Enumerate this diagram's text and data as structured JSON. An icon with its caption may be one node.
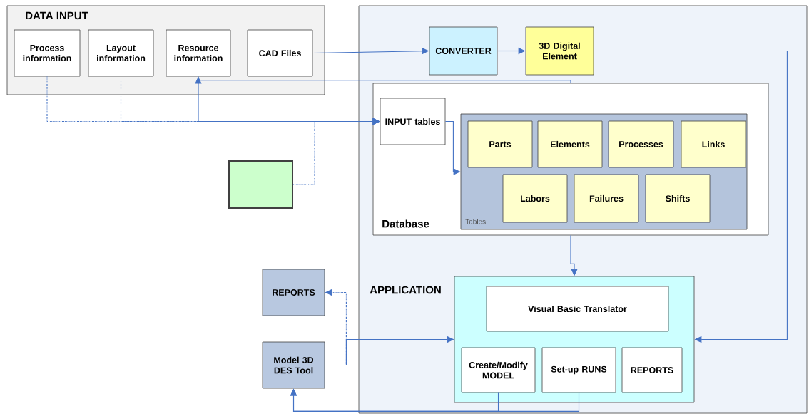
{
  "diagram": {
    "nodes": [
      {
        "text": [
          "DATA INPUT"
        ]
      },
      {
        "text": [
          "Process information"
        ],
        "in": 0
      },
      {
        "text": [
          "Layout information"
        ],
        "in": 0
      },
      {
        "text": [
          "Resource information"
        ],
        "in": 0
      },
      {
        "text": [
          "CAD Files"
        ],
        "in": 0
      },
      {
        "text": [
          "APPLICATION"
        ]
      },
      {
        "text": [
          "CONVERTER"
        ],
        "in": 5
      },
      {
        "text": [
          "3D Digital Element"
        ],
        "in": 5
      },
      {
        "text": [
          "Database"
        ],
        "in": 5
      },
      {
        "text": [
          "INPUT tables"
        ],
        "in": 8
      },
      {
        "text": [
          "Tables"
        ],
        "in": 8
      },
      {
        "text": [
          "Parts"
        ],
        "in": 10
      },
      {
        "text": [
          "Elements"
        ],
        "in": 10
      },
      {
        "text": [
          "Processes"
        ],
        "in": 10
      },
      {
        "text": [
          "Links"
        ],
        "in": 10
      },
      {
        "text": [
          "Labors"
        ],
        "in": 10
      },
      {
        "text": [
          "Failures"
        ],
        "in": 10
      },
      {
        "text": [
          "Shifts"
        ],
        "in": 10
      },
      {
        "text": [],
        "shape": "box"
      },
      {
        "text": [
          "REPORTS"
        ]
      },
      {
        "text": [
          "Model 3D DES Tool"
        ]
      },
      {
        "text": [],
        "shape": "box",
        "in": 5
      },
      {
        "text": [
          "Visual Basic Translator"
        ],
        "in": 21
      },
      {
        "text": [
          "Create/Modify MODEL"
        ],
        "in": 21
      },
      {
        "text": [
          "Set-up RUNS"
        ],
        "in": 21
      },
      {
        "text": [
          "REPORTS"
        ],
        "in": 21
      }
    ],
    "edges": [
      {
        "from": 4,
        "to": 6,
        "arrow": "to"
      },
      {
        "from": 6,
        "to": 7,
        "arrow": "to"
      },
      {
        "from": 7,
        "to": 21,
        "arrow": "to"
      },
      {
        "from": 1,
        "to": 9,
        "arrow": "to",
        "style": "dashed"
      },
      {
        "from": 2,
        "to": 9,
        "arrow": "to",
        "style": "dashed"
      },
      {
        "from": 18,
        "to": 9,
        "arrow": "to",
        "style": "dashed"
      },
      {
        "from": 8,
        "to": 3,
        "arrow": "to"
      },
      {
        "from": 3,
        "to": 9,
        "arrow": "to"
      },
      {
        "from": 9,
        "to": 10,
        "arrow": "to"
      },
      {
        "from": 8,
        "to": 21,
        "arrow": "to"
      },
      {
        "from": 20,
        "to": 19,
        "arrow": "to",
        "style": "dashed"
      },
      {
        "from": 20,
        "to": 21,
        "arrow": "to"
      },
      {
        "from": 23,
        "to": 20,
        "arrow": "to"
      },
      {
        "from": 24,
        "to": 20,
        "arrow": "to"
      }
    ]
  }
}
